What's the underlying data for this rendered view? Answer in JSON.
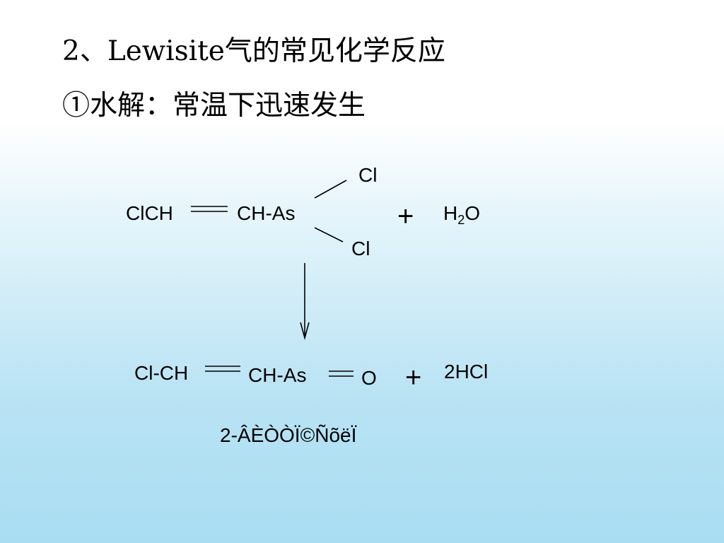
{
  "slide": {
    "title_line1": "2、Lewisite气的常见化学反应",
    "title_line2": "①水解：常温下迅速发生"
  },
  "reaction": {
    "reactant": {
      "left_group": "ClCH",
      "middle_group": "CH-As",
      "cl_top": "Cl",
      "cl_bottom": "Cl"
    },
    "reagent_plus": "+",
    "reagent": {
      "base": "H",
      "subscript": "2",
      "tail": "O"
    },
    "product": {
      "left_group": "Cl-CH",
      "middle_group": "CH-As",
      "oxygen": "O"
    },
    "byproduct_plus": "+",
    "byproduct": "2HCl",
    "product_name": "2-ÂÈÒÒÏ©ÑõëÏ"
  }
}
